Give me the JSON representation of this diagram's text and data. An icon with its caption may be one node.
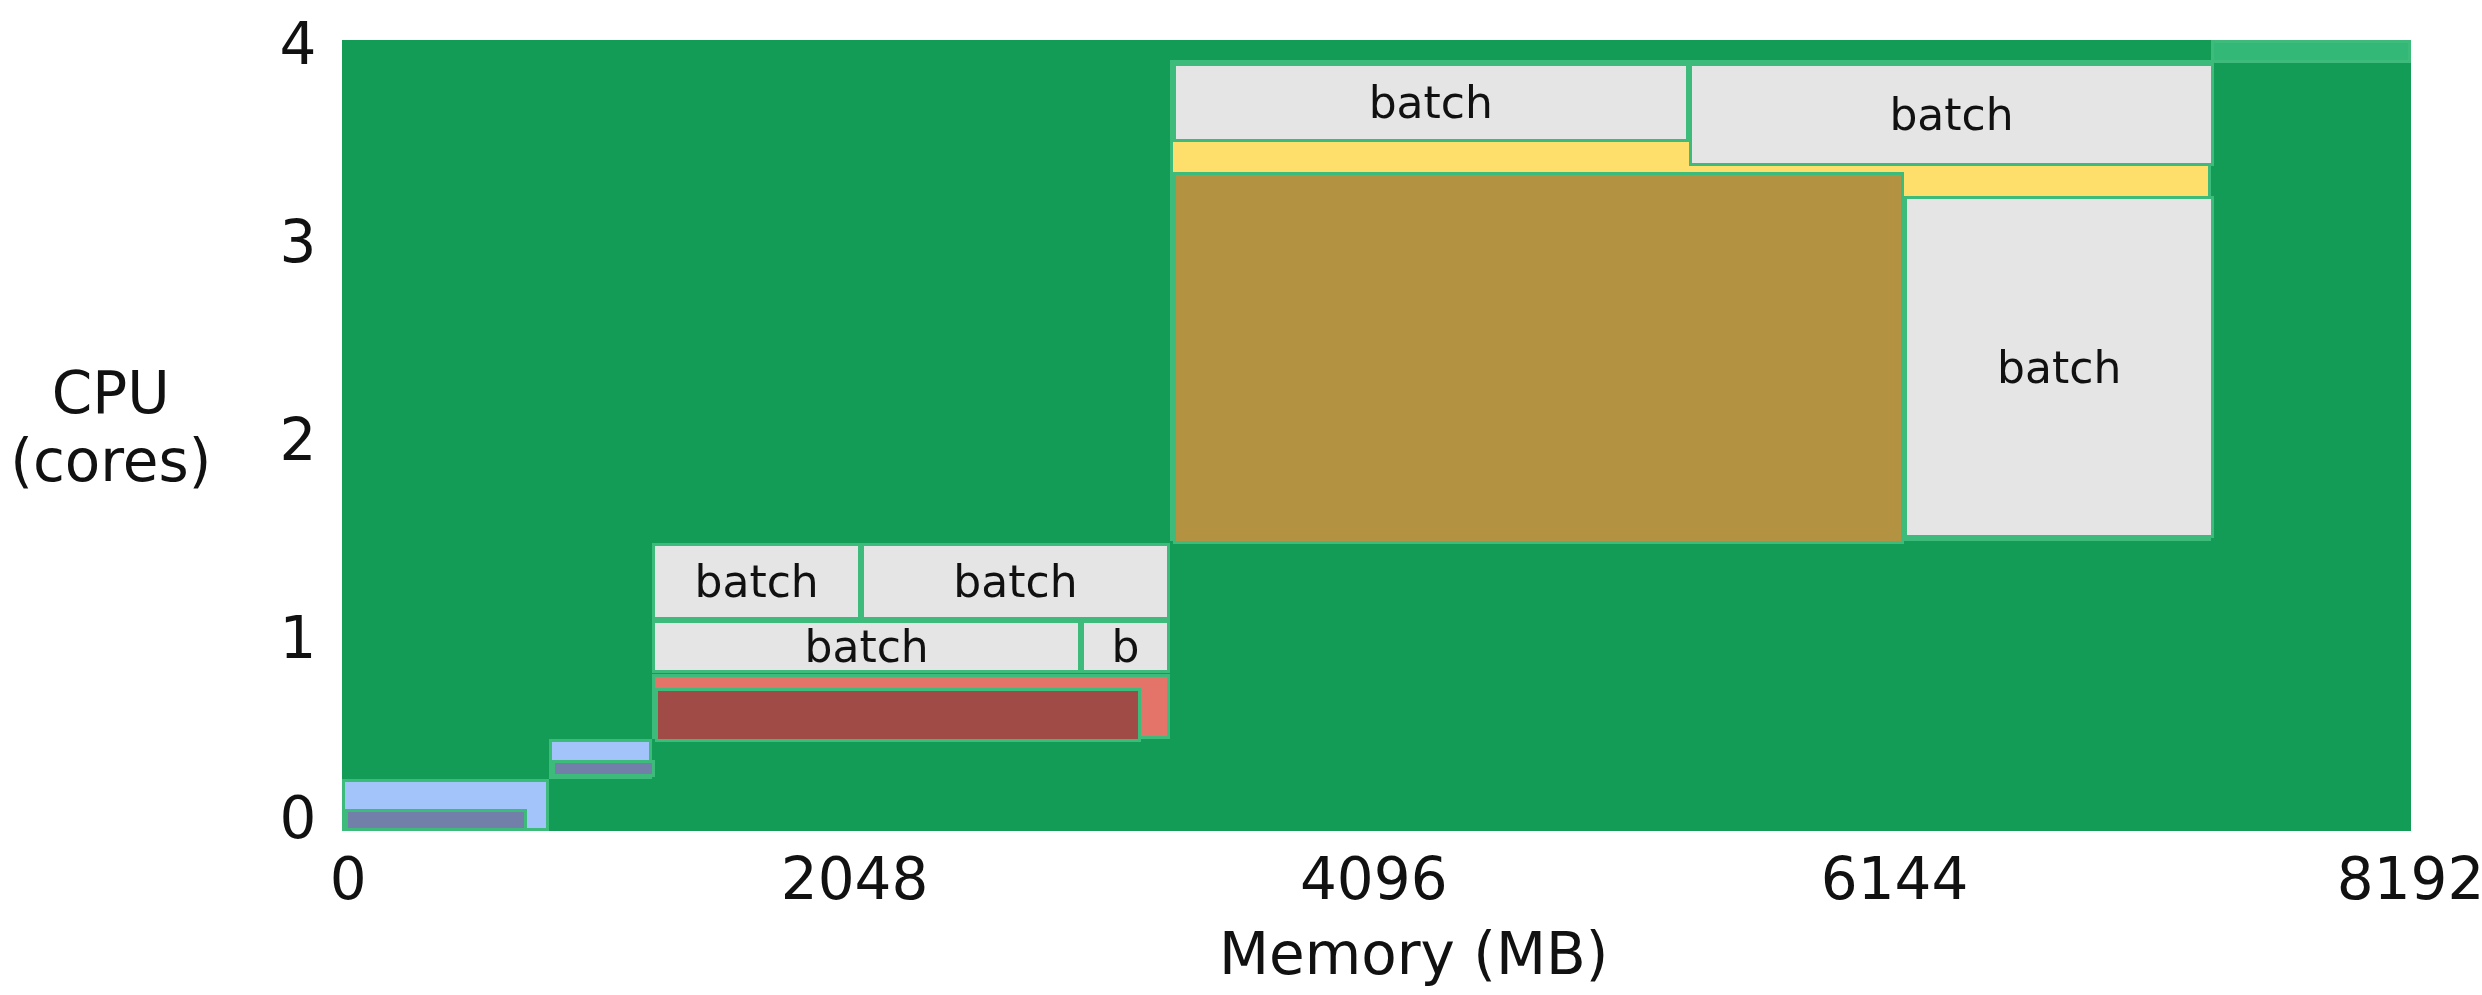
{
  "diagram": {
    "nodes": [
      {
        "text": [],
        "shape": "box"
      },
      {
        "text": [],
        "shape": "box",
        "in": 0
      },
      {
        "text": [
          "batch"
        ],
        "in": 1
      },
      {
        "text": [
          "batch"
        ],
        "in": 1
      },
      {
        "text": [],
        "shape": "box",
        "in": 1
      },
      {
        "text": [
          "batch"
        ],
        "in": 1
      },
      {
        "text": [],
        "shape": "box",
        "in": 0
      },
      {
        "text": [
          "batch"
        ],
        "in": 0
      },
      {
        "text": [
          "batch"
        ],
        "in": 0
      },
      {
        "text": [
          "batch"
        ],
        "in": 0
      },
      {
        "text": [
          "b"
        ],
        "in": 0
      },
      {
        "text": [],
        "shape": "box",
        "in": 0
      },
      {
        "text": [],
        "shape": "box",
        "in": 11
      },
      {
        "text": [],
        "shape": "box",
        "in": 0
      },
      {
        "text": [],
        "shape": "box",
        "in": 13
      },
      {
        "text": [],
        "shape": "box",
        "in": 0
      },
      {
        "text": [],
        "shape": "box",
        "in": 15
      }
    ],
    "edges": [],
    "labels": [
      "4",
      "3",
      "2",
      "1",
      "0",
      "CPU (cores)",
      "0",
      "2048",
      "4096",
      "6144",
      "8192",
      "Memory (MB)"
    ]
  }
}
